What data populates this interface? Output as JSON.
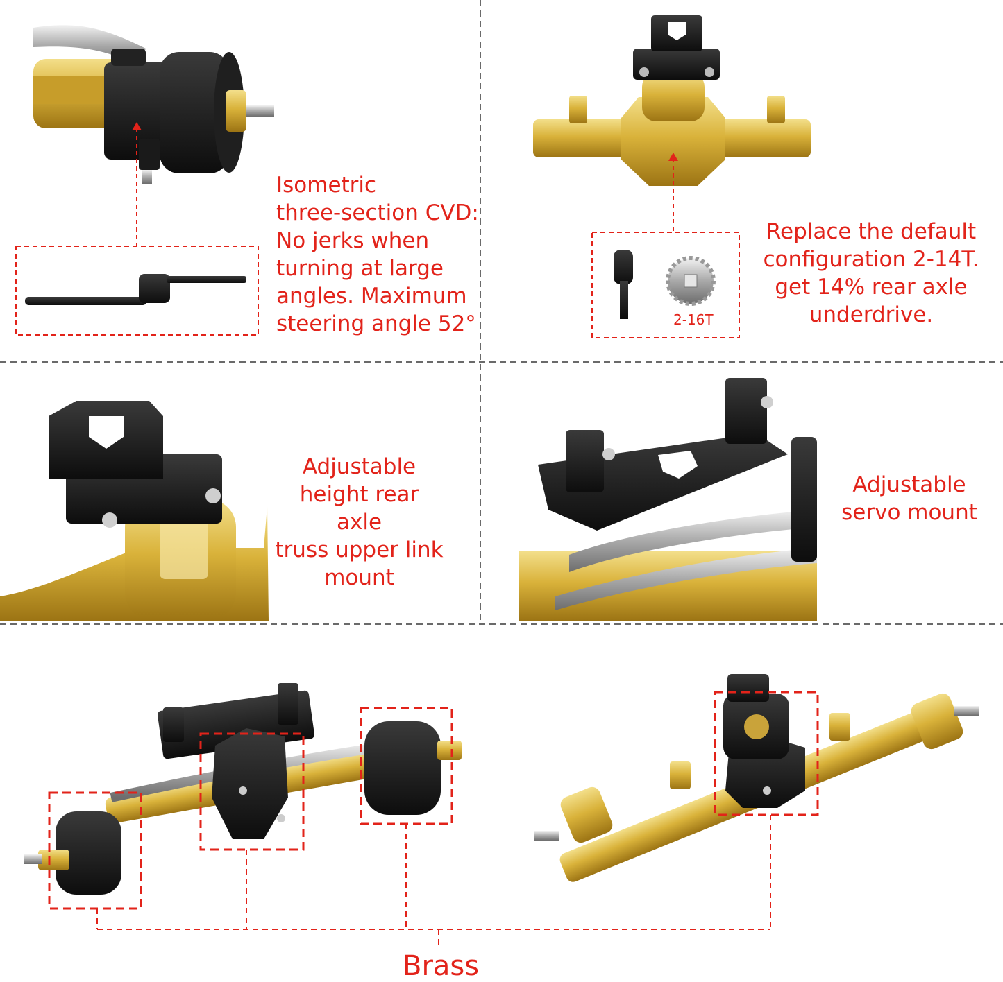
{
  "panels": {
    "cvd": {
      "caption": [
        "Isometric",
        "three-section CVD:",
        "No jerks when",
        "turning at large",
        "angles. Maximum",
        "steering angle 52°"
      ]
    },
    "gear": {
      "caption": [
        "Replace the default",
        "configuration 2-14T.",
        "get 14%  rear axle",
        "underdrive."
      ],
      "gear_label": "2-16T"
    },
    "truss": {
      "caption": [
        "Adjustable",
        "height rear axle",
        "truss upper link",
        "mount"
      ]
    },
    "servo": {
      "caption": [
        "Adjustable",
        "servo  mount"
      ]
    },
    "bottom": {
      "label": "Brass"
    }
  },
  "colors": {
    "accent": "#e2231a",
    "brass": "#d9b23a",
    "black": "#161616",
    "divider": "#6a6a6a"
  }
}
